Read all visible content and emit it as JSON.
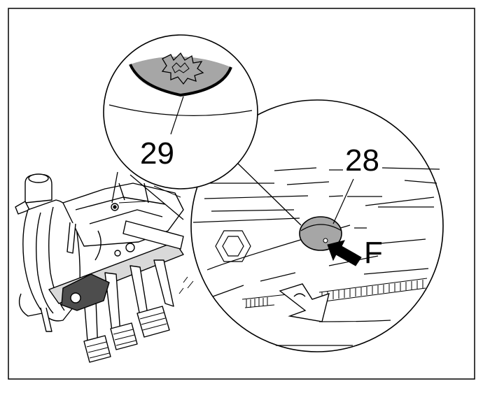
{
  "callouts": {
    "part_29": "29",
    "part_28": "28",
    "force_f": "F"
  },
  "colors": {
    "line": "#000000",
    "fill_part": "#a6a6a6",
    "background": "#ffffff"
  }
}
